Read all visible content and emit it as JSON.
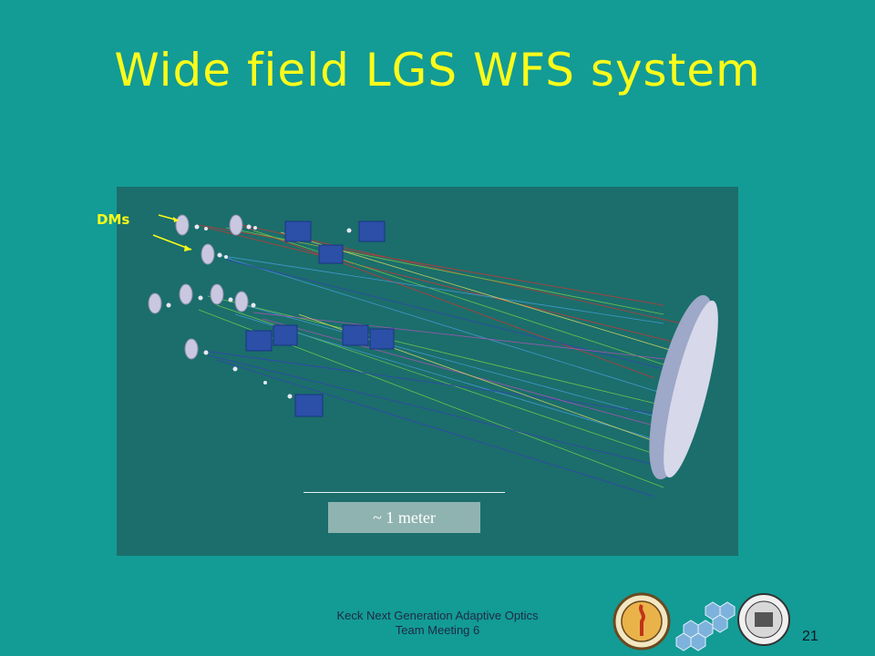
{
  "slide": {
    "title": "Wide field LGS WFS system",
    "page_number": "21",
    "footer_line1": "Keck Next Generation Adaptive Optics",
    "footer_line2": "Team Meeting 6"
  },
  "diagram": {
    "dm_label": "DMs",
    "scale_label": "~ 1 meter",
    "colors": {
      "background": "#139b96",
      "panel": "#1b6e6b",
      "title": "#fbfb1a",
      "mirror": "#c9c8e0",
      "camera": "#2c4fa8"
    }
  },
  "logos": [
    "caltech-seal",
    "keck-hexagon-logo",
    "uc-seal"
  ]
}
